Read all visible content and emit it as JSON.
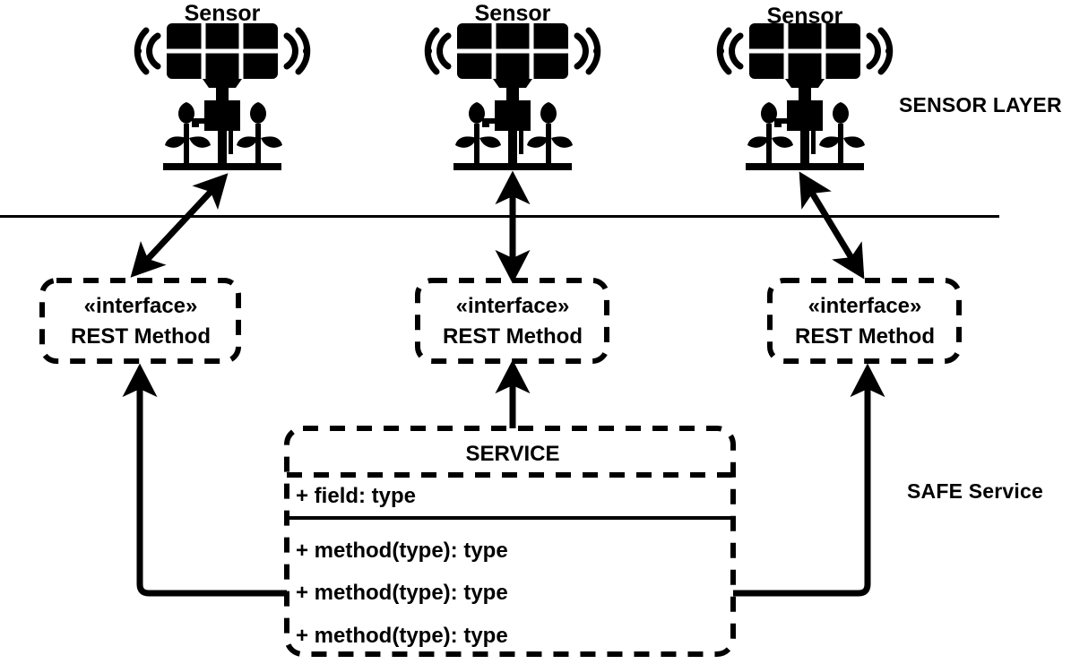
{
  "diagram": {
    "title": "SAFE Service sensor layer architecture",
    "background_color": "#ffffff",
    "stroke_color": "#000000"
  },
  "layers": {
    "sensor_layer_label": "SENSOR LAYER",
    "service_layer_label": "SAFE Service"
  },
  "sensors": [
    {
      "label": "Sensor",
      "icon": "solar-sensor-station-icon"
    },
    {
      "label": "Sensor",
      "icon": "solar-sensor-station-icon"
    },
    {
      "label": "Sensor",
      "icon": "solar-sensor-station-icon"
    }
  ],
  "interfaces": [
    {
      "stereotype": "«interface»",
      "name": "REST Method"
    },
    {
      "stereotype": "«interface»",
      "name": "REST Method"
    },
    {
      "stereotype": "«interface»",
      "name": "REST Method"
    }
  ],
  "service": {
    "title": "SERVICE",
    "fields": [
      "+ field: type"
    ],
    "methods": [
      "+ method(type): type",
      "+ method(type): type",
      "+ method(type): type"
    ]
  },
  "connectors": [
    {
      "name": "sensor-1-to-interface-1",
      "kind": "bidirectional-arrow",
      "style": "solid"
    },
    {
      "name": "sensor-2-to-interface-2",
      "kind": "bidirectional-arrow",
      "style": "solid"
    },
    {
      "name": "sensor-3-to-interface-3",
      "kind": "bidirectional-arrow",
      "style": "solid"
    },
    {
      "name": "service-to-interface-1",
      "kind": "arrow",
      "style": "solid"
    },
    {
      "name": "service-to-interface-2",
      "kind": "arrow",
      "style": "solid"
    },
    {
      "name": "service-to-interface-3",
      "kind": "arrow",
      "style": "solid"
    }
  ]
}
